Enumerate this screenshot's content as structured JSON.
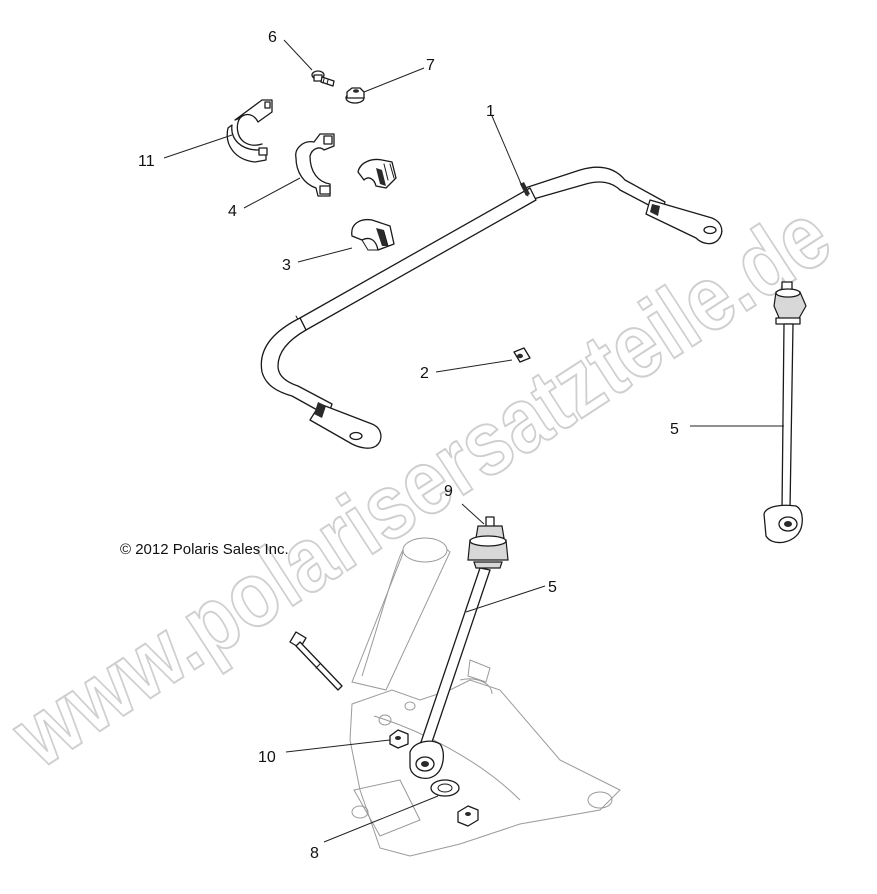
{
  "copyright": "© 2012 Polaris Sales Inc.",
  "watermark": "www.polarisersatzteile.de",
  "callouts": {
    "c1": "1",
    "c2": "2",
    "c3": "3",
    "c4": "4",
    "c5a": "5",
    "c5b": "5",
    "c6": "6",
    "c7": "7",
    "c8": "8",
    "c9": "9",
    "c10": "10",
    "c11": "11"
  }
}
